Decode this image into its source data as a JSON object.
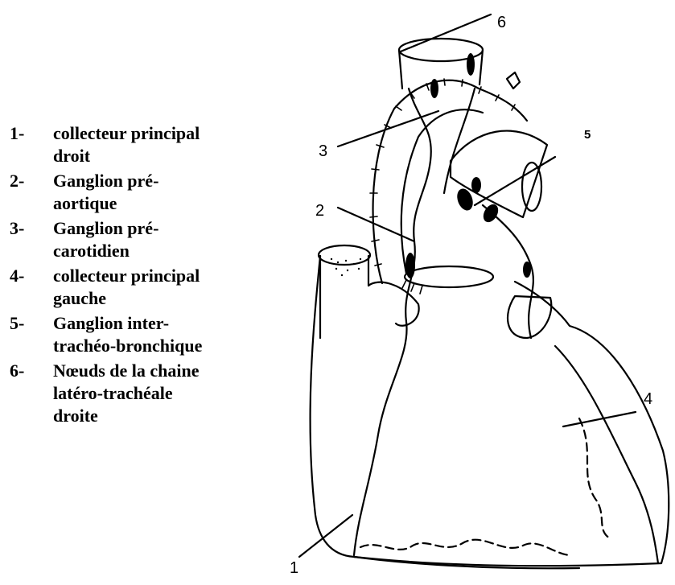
{
  "legend": {
    "items": [
      {
        "num": "1-",
        "lines": [
          "collecteur principal",
          "droit"
        ]
      },
      {
        "num": "2-",
        "lines": [
          "Ganglion pré-",
          "aortique"
        ]
      },
      {
        "num": "3-",
        "lines": [
          "Ganglion pré-",
          "carotidien"
        ]
      },
      {
        "num": "4-",
        "lines": [
          "collecteur principal",
          "gauche"
        ]
      },
      {
        "num": "5-",
        "lines": [
          "Ganglion inter-",
          "trachéo-bronchique"
        ]
      },
      {
        "num": "6-",
        "lines": [
          "Nœuds de la chaine",
          "latéro-trachéale",
          "droite"
        ]
      }
    ]
  },
  "callouts": {
    "c1": "1",
    "c2": "2",
    "c3": "3",
    "c4": "4",
    "c5": "5",
    "c6": "6"
  }
}
